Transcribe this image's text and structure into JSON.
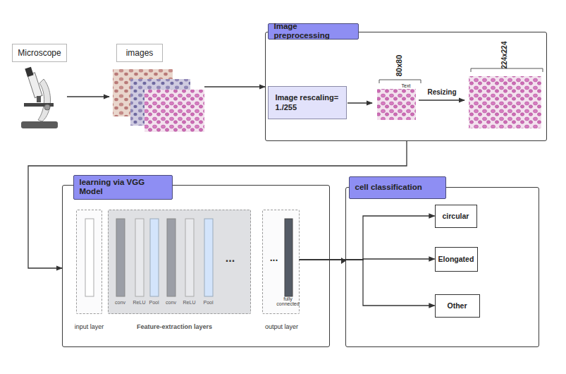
{
  "diagram": {
    "nodes": [
      {
        "text": [
          "Microscope"
        ]
      },
      {
        "text": [
          "images"
        ]
      },
      {
        "text": [
          "Image preprocessing"
        ]
      },
      {
        "text": [
          "Image rescaling= 1./255"
        ],
        "in": 2
      },
      {
        "text": [
          "learning via VGG Model"
        ]
      },
      {
        "text": [
          "input layer"
        ],
        "in": 4
      },
      {
        "text": [
          "conv",
          "ReLU",
          "Pool",
          "conv",
          "ReLU",
          "Pool",
          "...",
          "Feature-extraction layers"
        ],
        "in": 4
      },
      {
        "text": [
          "...",
          "fully connected",
          "output layer"
        ],
        "in": 4
      },
      {
        "text": [
          "cell classification"
        ]
      },
      {
        "text": [
          "circular"
        ],
        "in": 8
      },
      {
        "text": [
          "Elongated"
        ],
        "in": 8
      },
      {
        "text": [
          "Other"
        ],
        "in": 8
      }
    ],
    "edges": [
      {
        "from": 0,
        "to": 1,
        "arrow": "to"
      },
      {
        "from": 1,
        "to": 2,
        "arrow": "to"
      },
      {
        "from": 2,
        "to": 4,
        "arrow": "to"
      },
      {
        "from": 7,
        "to": 9,
        "arrow": "to"
      },
      {
        "from": 7,
        "to": 10,
        "arrow": "to"
      },
      {
        "from": 7,
        "to": 11,
        "arrow": "to"
      }
    ],
    "labels": [
      "Text",
      "80x80",
      "Resizing",
      "224x224"
    ]
  }
}
